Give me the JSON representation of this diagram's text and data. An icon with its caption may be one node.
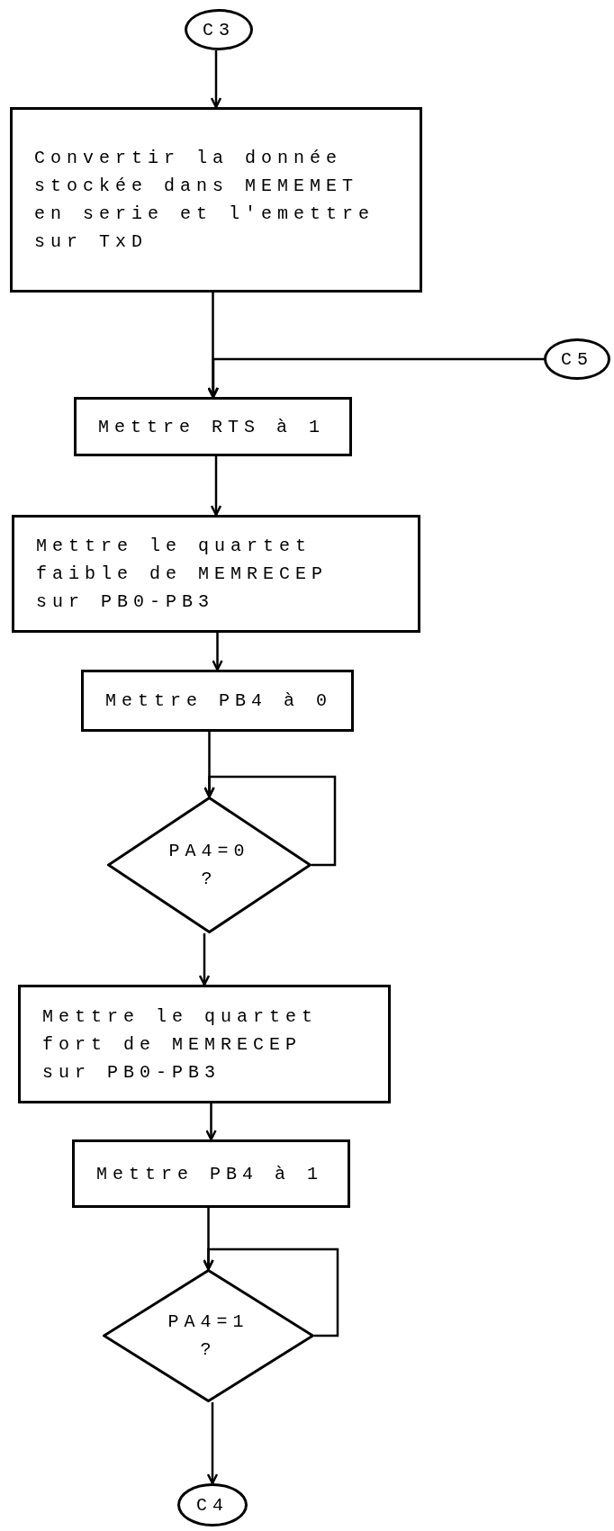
{
  "diagram": {
    "nodes": [
      {
        "text": [
          "C3"
        ]
      },
      {
        "text": [
          "Convertir la donnée stockée dans MEMEMET en serie et l'emettre sur TxD"
        ]
      },
      {
        "text": [
          "C5"
        ]
      },
      {
        "text": [
          "Mettre RTS à 1"
        ]
      },
      {
        "text": [
          "Mettre le quartet faible de MEMRECEP sur PB0-PB3"
        ]
      },
      {
        "text": [
          "Mettre PB4 à 0"
        ]
      },
      {
        "text": [
          "PA4=0 ?"
        ]
      },
      {
        "text": [
          "Mettre le quartet fort de MEMRECEP sur PB0-PB3"
        ]
      },
      {
        "text": [
          "Mettre PB4 à 1"
        ]
      },
      {
        "text": [
          "PA4=1 ?"
        ]
      },
      {
        "text": [
          "C4"
        ]
      }
    ],
    "edges": [
      {
        "from": 0,
        "to": 1,
        "arrow": "to"
      },
      {
        "from": 1,
        "to": 3,
        "arrow": "to"
      },
      {
        "from": 2,
        "to": 3,
        "arrow": "to"
      },
      {
        "from": 3,
        "to": 4,
        "arrow": "to"
      },
      {
        "from": 4,
        "to": 5,
        "arrow": "to"
      },
      {
        "from": 5,
        "to": 6,
        "arrow": "to"
      },
      {
        "from": 6,
        "to": 6,
        "arrow": "to"
      },
      {
        "from": 6,
        "to": 7,
        "arrow": "to"
      },
      {
        "from": 7,
        "to": 8,
        "arrow": "to"
      },
      {
        "from": 8,
        "to": 9,
        "arrow": "to"
      },
      {
        "from": 9,
        "to": 9,
        "arrow": "to"
      },
      {
        "from": 9,
        "to": 10,
        "arrow": "to"
      }
    ]
  }
}
